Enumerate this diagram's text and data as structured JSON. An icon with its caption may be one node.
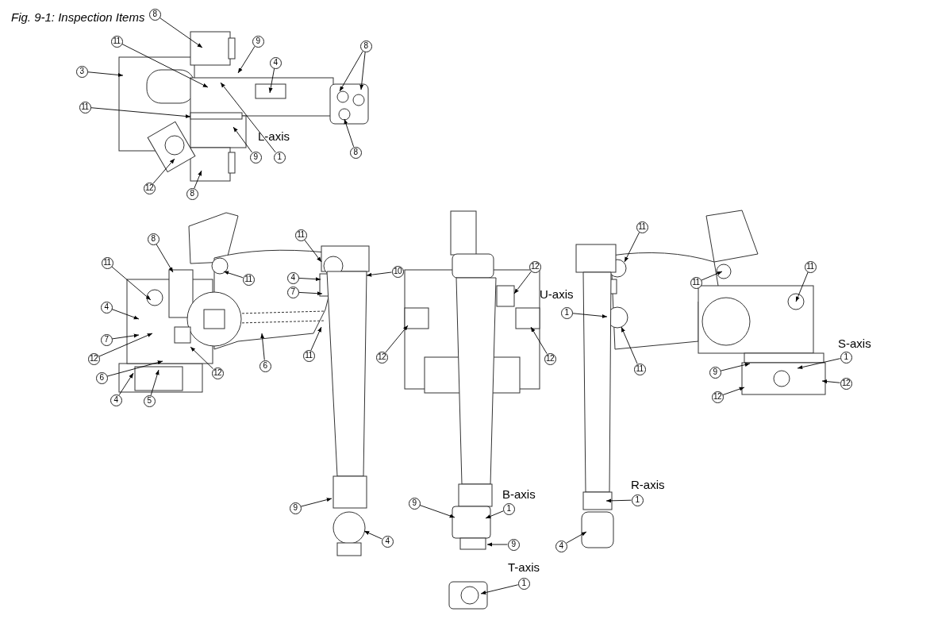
{
  "diagram": {
    "title": "Fig. 9-1: Inspection Items",
    "nodes": [
      {
        "text": [
          "8"
        ]
      },
      {
        "text": [
          "11"
        ]
      },
      {
        "text": [
          "9"
        ]
      },
      {
        "text": [
          "3"
        ]
      },
      {
        "text": [
          "4"
        ]
      },
      {
        "text": [
          "8"
        ]
      },
      {
        "text": [
          "11"
        ]
      },
      {
        "text": [
          "9"
        ]
      },
      {
        "text": [
          "1"
        ]
      },
      {
        "text": [
          "8"
        ]
      },
      {
        "text": [
          "12"
        ]
      },
      {
        "text": [
          "8"
        ]
      },
      {
        "text": [
          "11"
        ]
      },
      {
        "text": [
          "8"
        ]
      },
      {
        "text": [
          "11"
        ]
      },
      {
        "text": [
          "11"
        ]
      },
      {
        "text": [
          "10"
        ]
      },
      {
        "text": [
          "4"
        ]
      },
      {
        "text": [
          "7"
        ]
      },
      {
        "text": [
          "4"
        ]
      },
      {
        "text": [
          "7"
        ]
      },
      {
        "text": [
          "12"
        ]
      },
      {
        "text": [
          "6"
        ]
      },
      {
        "text": [
          "12"
        ]
      },
      {
        "text": [
          "6"
        ]
      },
      {
        "text": [
          "11"
        ]
      },
      {
        "text": [
          "4"
        ]
      },
      {
        "text": [
          "5"
        ]
      },
      {
        "text": [
          "9"
        ]
      },
      {
        "text": [
          "4"
        ]
      },
      {
        "text": [
          "12"
        ]
      },
      {
        "text": [
          "12"
        ]
      },
      {
        "text": [
          "12"
        ]
      },
      {
        "text": [
          "9"
        ]
      },
      {
        "text": [
          "1"
        ]
      },
      {
        "text": [
          "9"
        ]
      },
      {
        "text": [
          "1"
        ]
      },
      {
        "text": [
          "11"
        ]
      },
      {
        "text": [
          "1"
        ]
      },
      {
        "text": [
          "11"
        ]
      },
      {
        "text": [
          "11"
        ]
      },
      {
        "text": [
          "11"
        ]
      },
      {
        "text": [
          "1"
        ]
      },
      {
        "text": [
          "9"
        ]
      },
      {
        "text": [
          "12"
        ]
      },
      {
        "text": [
          "12"
        ]
      },
      {
        "text": [
          "1"
        ]
      },
      {
        "text": [
          "4"
        ]
      }
    ],
    "edges": [
      {
        "from": 0,
        "to": null,
        "arrow": "to"
      },
      {
        "from": 1,
        "to": null,
        "arrow": "to"
      },
      {
        "from": 2,
        "to": null,
        "arrow": "to"
      },
      {
        "from": 3,
        "to": null,
        "arrow": "to"
      },
      {
        "from": 4,
        "to": null,
        "arrow": "to"
      },
      {
        "from": 5,
        "to": null,
        "arrow": "to"
      },
      {
        "from": 5,
        "to": null,
        "arrow": "to"
      },
      {
        "from": 6,
        "to": null,
        "arrow": "to"
      },
      {
        "from": 7,
        "to": null,
        "arrow": "to"
      },
      {
        "from": 8,
        "to": null,
        "arrow": "to"
      },
      {
        "from": 9,
        "to": null,
        "arrow": "to"
      },
      {
        "from": 10,
        "to": null,
        "arrow": "to"
      },
      {
        "from": 11,
        "to": null,
        "arrow": "to"
      },
      {
        "from": 12,
        "to": null,
        "arrow": "to"
      },
      {
        "from": 13,
        "to": null,
        "arrow": "to"
      },
      {
        "from": 14,
        "to": null,
        "arrow": "to"
      },
      {
        "from": 15,
        "to": null,
        "arrow": "to"
      },
      {
        "from": 16,
        "to": null,
        "arrow": "to"
      },
      {
        "from": 17,
        "to": null,
        "arrow": "to"
      },
      {
        "from": 18,
        "to": null,
        "arrow": "to"
      },
      {
        "from": 19,
        "to": null,
        "arrow": "to"
      },
      {
        "from": 20,
        "to": null,
        "arrow": "to"
      },
      {
        "from": 21,
        "to": null,
        "arrow": "to"
      },
      {
        "from": 22,
        "to": null,
        "arrow": "to"
      },
      {
        "from": 23,
        "to": null,
        "arrow": "to"
      },
      {
        "from": 24,
        "to": null,
        "arrow": "to"
      },
      {
        "from": 25,
        "to": null,
        "arrow": "to"
      },
      {
        "from": 26,
        "to": null,
        "arrow": "to"
      },
      {
        "from": 27,
        "to": null,
        "arrow": "to"
      },
      {
        "from": 28,
        "to": null,
        "arrow": "to"
      },
      {
        "from": 29,
        "to": null,
        "arrow": "to"
      },
      {
        "from": 30,
        "to": null,
        "arrow": "to"
      },
      {
        "from": 31,
        "to": null,
        "arrow": "to"
      },
      {
        "from": 32,
        "to": null,
        "arrow": "to"
      },
      {
        "from": 33,
        "to": null,
        "arrow": "to"
      },
      {
        "from": 34,
        "to": null,
        "arrow": "to"
      },
      {
        "from": 35,
        "to": null,
        "arrow": "to"
      },
      {
        "from": 36,
        "to": null,
        "arrow": "to"
      },
      {
        "from": 37,
        "to": null,
        "arrow": "to"
      },
      {
        "from": 38,
        "to": null,
        "arrow": "to"
      },
      {
        "from": 39,
        "to": null,
        "arrow": "to"
      },
      {
        "from": 40,
        "to": null,
        "arrow": "to"
      },
      {
        "from": 41,
        "to": null,
        "arrow": "to"
      },
      {
        "from": 42,
        "to": null,
        "arrow": "to"
      },
      {
        "from": 43,
        "to": null,
        "arrow": "to"
      },
      {
        "from": 44,
        "to": null,
        "arrow": "to"
      },
      {
        "from": 45,
        "to": null,
        "arrow": "to"
      },
      {
        "from": 46,
        "to": null,
        "arrow": "to"
      },
      {
        "from": 47,
        "to": null,
        "arrow": "to"
      }
    ],
    "labels": [
      "L-axis",
      "U-axis",
      "S-axis",
      "R-axis",
      "B-axis",
      "T-axis"
    ]
  }
}
